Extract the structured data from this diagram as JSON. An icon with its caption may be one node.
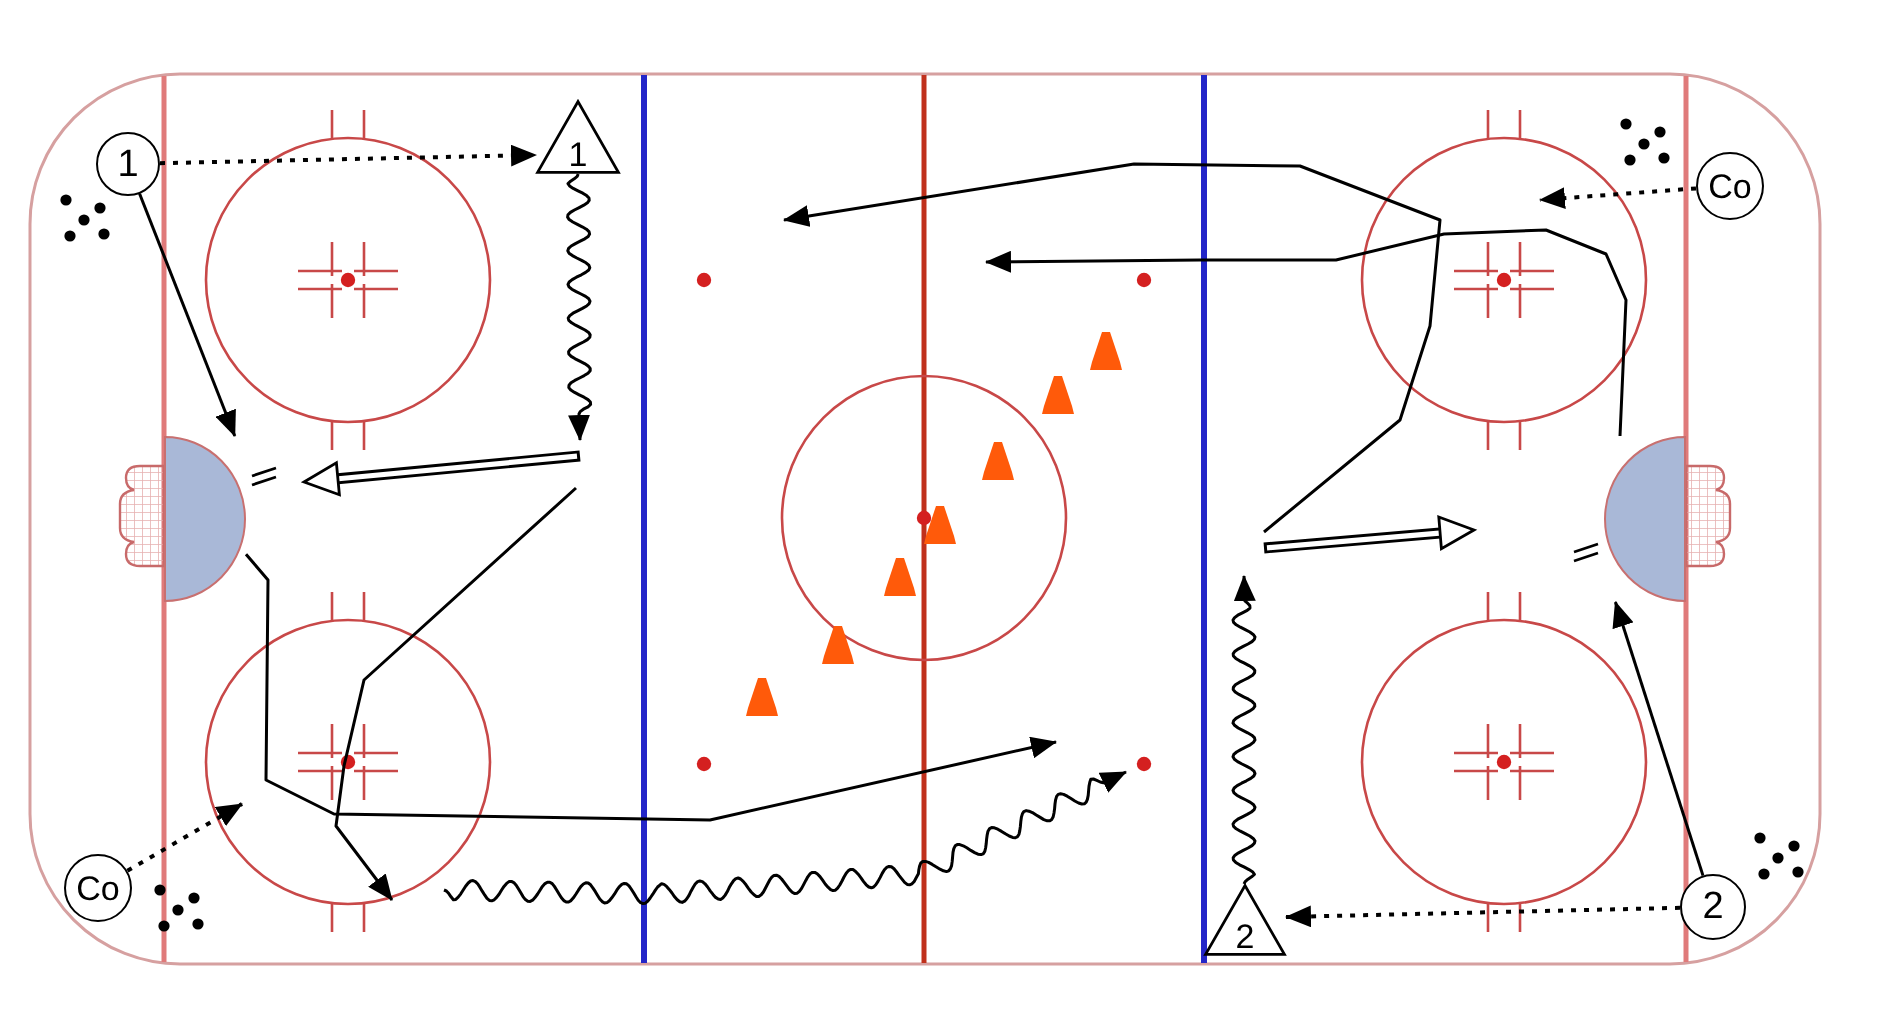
{
  "diagram": {
    "nodes": [
      {
        "text": [
          "1"
        ]
      },
      {
        "text": [
          "1"
        ]
      },
      {
        "text": [
          "Co"
        ]
      },
      {
        "text": [],
        "shape": "semicircle"
      },
      {
        "text": [],
        "shape": "semicircle"
      },
      {
        "text": [
          "Co"
        ]
      },
      {
        "text": [
          "2"
        ]
      },
      {
        "text": [
          "2"
        ]
      }
    ],
    "edges": [
      {
        "from": 0,
        "to": 1,
        "arrow": "to",
        "style": "dashed"
      },
      {
        "from": 0,
        "to": 3,
        "arrow": "to"
      },
      {
        "from": 1,
        "to": null,
        "arrow": "to"
      },
      {
        "from": 2,
        "to": null,
        "arrow": "to",
        "style": "dashed"
      },
      {
        "from": 3,
        "to": null,
        "arrow": "to"
      },
      {
        "from": 4,
        "to": null,
        "arrow": "to"
      },
      {
        "from": 5,
        "to": null,
        "arrow": "to",
        "style": "dashed"
      },
      {
        "from": 7,
        "to": 6,
        "arrow": "to",
        "style": "dashed"
      },
      {
        "from": 7,
        "to": 4,
        "arrow": "to"
      },
      {
        "from": 6,
        "to": null,
        "arrow": "to"
      }
    ]
  }
}
